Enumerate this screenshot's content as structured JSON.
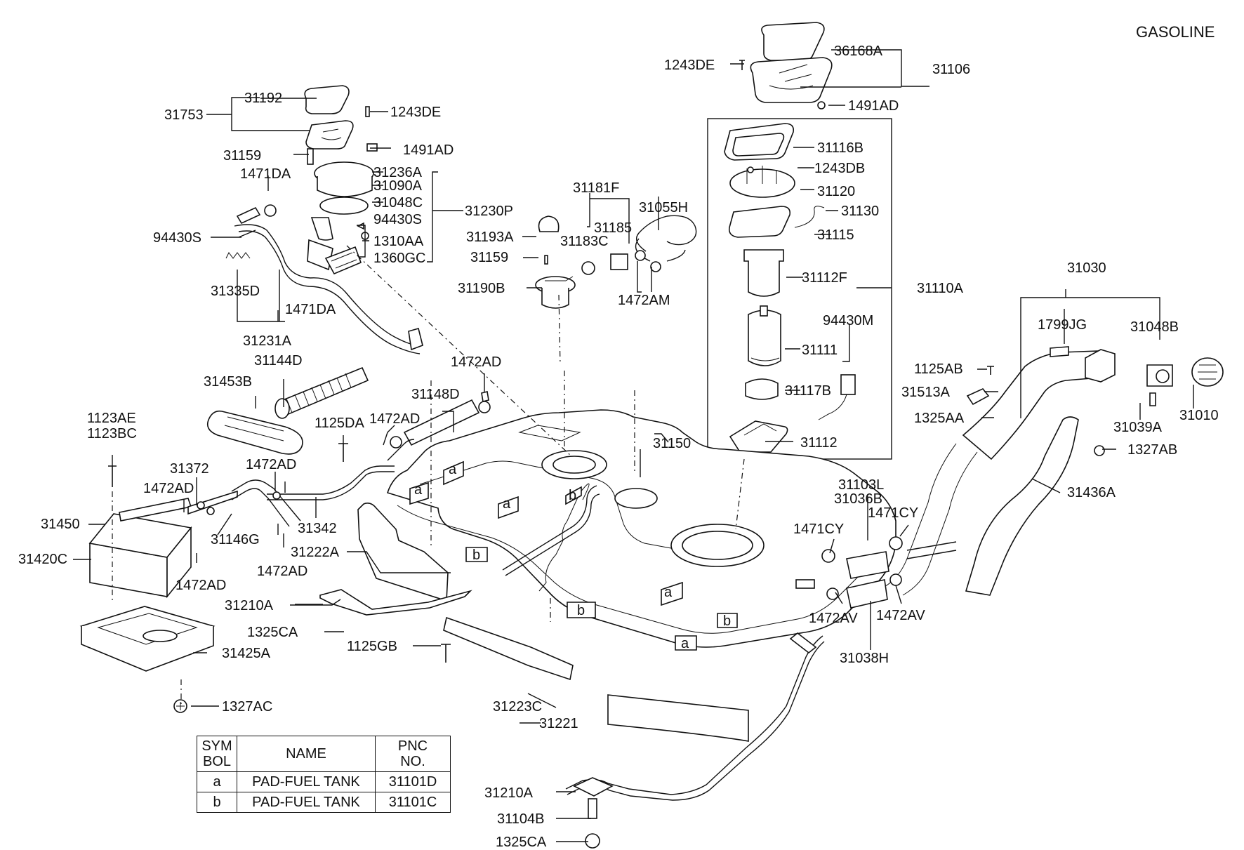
{
  "header": {
    "variant": "GASOLINE"
  },
  "callouts": [
    "36168A",
    "1243DE",
    "31106",
    "1491AD",
    "31116B",
    "1243DB",
    "31120",
    "31130",
    "31115",
    "31112F",
    "31110A",
    "94430M",
    "31111",
    "31117B",
    "31112",
    "31192",
    "31753",
    "1243DE",
    "31159",
    "1491AD",
    "31236A",
    "31090A",
    "31048C",
    "94430S",
    "1310AA",
    "1360GC",
    "31230P",
    "1471DA",
    "94430S",
    "31335D",
    "1471DA",
    "31231A",
    "31181F",
    "31185",
    "31055H",
    "31193A",
    "31183C",
    "31159",
    "31190B",
    "1472AM",
    "31144D",
    "31453B",
    "1472AD",
    "31148D",
    "1472AD",
    "1125DA",
    "1123AE",
    "1123BC",
    "31372",
    "1472AD",
    "1472AD",
    "31450",
    "31420C",
    "31146G",
    "31342",
    "1472AD",
    "1472AD",
    "31222A",
    "31150",
    "31030",
    "1799JG",
    "31048B",
    "1125AB",
    "31513A",
    "1325AA",
    "31039A",
    "31010",
    "1327AB",
    "31436A",
    "31103L",
    "31036B",
    "1471CY",
    "1471CY",
    "1472AV",
    "1472AV",
    "31038H",
    "31210A",
    "1325CA",
    "1125GB",
    "31425A",
    "1327AC",
    "31223C",
    "31221",
    "31210A",
    "31104B",
    "1325CA"
  ],
  "pad_symbols": [
    "a",
    "a",
    "a",
    "a",
    "b",
    "b",
    "b",
    "a",
    "b"
  ],
  "symbol_table": {
    "headers": {
      "symbol": "SYM\nBOL",
      "name": "NAME",
      "pnc": "PNC\nNO."
    },
    "rows": [
      {
        "symbol": "a",
        "name": "PAD-FUEL TANK",
        "pnc": "31101D"
      },
      {
        "symbol": "b",
        "name": "PAD-FUEL TANK",
        "pnc": "31101C"
      }
    ]
  }
}
